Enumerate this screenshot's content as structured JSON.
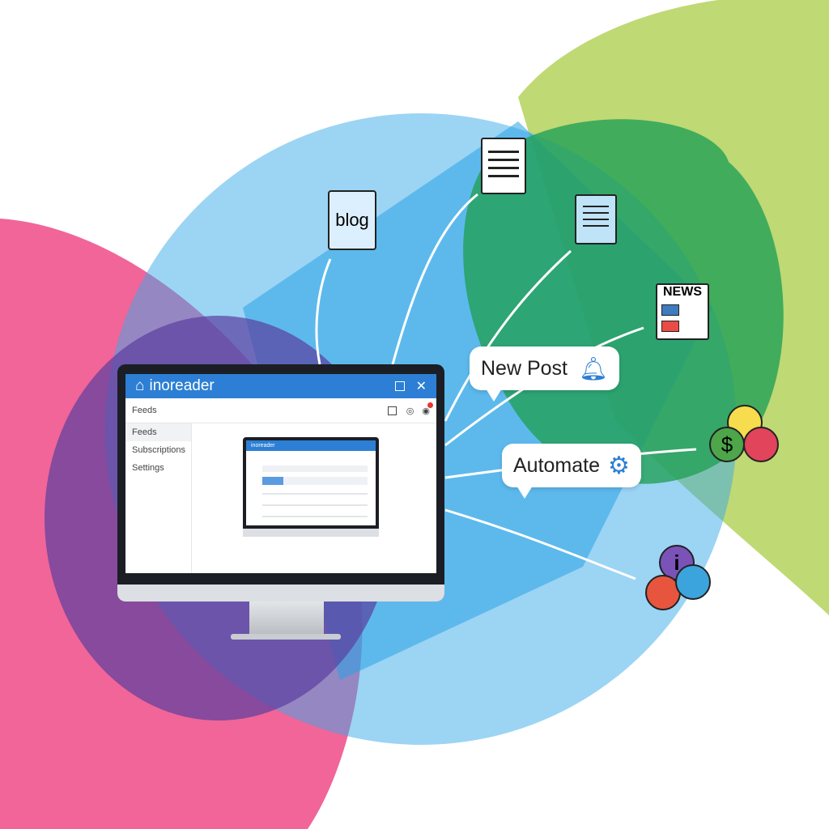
{
  "colors": {
    "pink": "#ee4a86",
    "sky": "#5cb8ee",
    "blue": "#2aa3e6",
    "purple": "#6b4aa8",
    "green": "#2ea65a",
    "lime": "#a9cc45",
    "brand": "#2c7fd4"
  },
  "icons": {
    "blog_label": "blog",
    "news_label": "NEWS",
    "dollar": "$",
    "info": "i"
  },
  "bubbles": {
    "new_post": "New Post",
    "automate": "Automate"
  },
  "app": {
    "name": "inoreader",
    "toolbar_title": "Feeds",
    "sidebar": [
      "Feeds",
      "Subscriptions",
      "Settings"
    ],
    "inner_app_name": "inoreader"
  }
}
